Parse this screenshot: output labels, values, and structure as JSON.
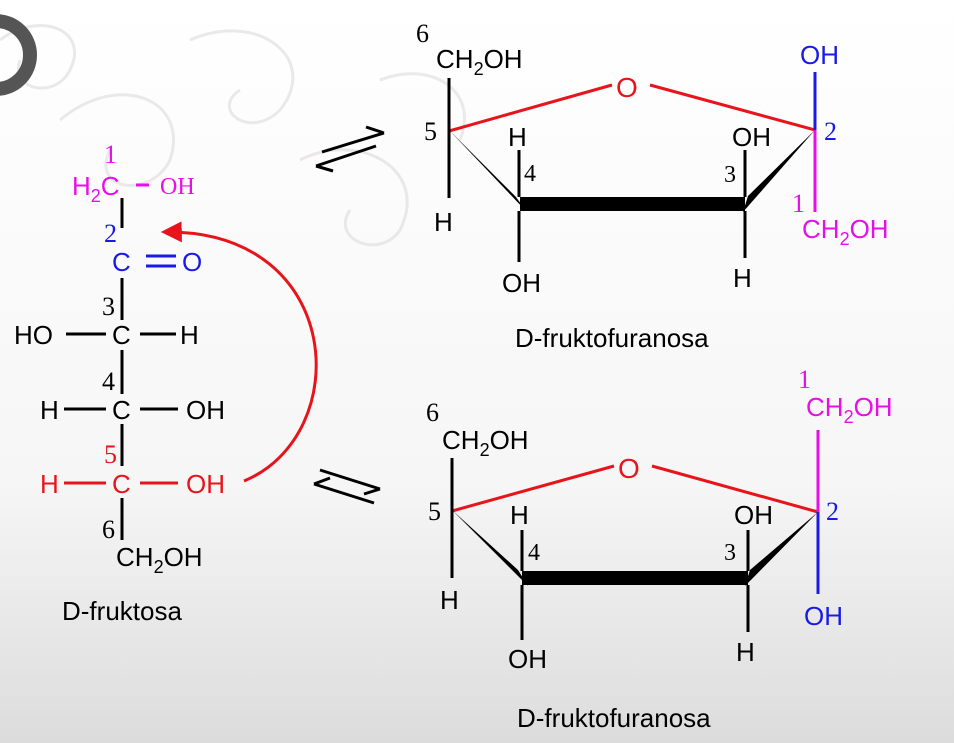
{
  "colors": {
    "black": "#000000",
    "red": "#e8141c",
    "blue": "#1a1ae6",
    "magenta": "#e80ee8",
    "background_top": "#ffffff",
    "background_bottom": "#dedede"
  },
  "fructose": {
    "c1_num": "1",
    "c1_h": "H",
    "c1_sub": "2",
    "c1_c": "C",
    "c1_oh": "OH",
    "c2_num": "2",
    "c2_c": "C",
    "c2_o": "O",
    "c3_num": "3",
    "c3_left": "HO",
    "c3_c": "C",
    "c3_right": "H",
    "c4_num": "4",
    "c4_left": "H",
    "c4_c": "C",
    "c4_right": "OH",
    "c5_num": "5",
    "c5_left": "H",
    "c5_c": "C",
    "c5_right": "OH",
    "c6_num": "6",
    "c6_ch": "CH",
    "c6_sub": "2",
    "c6_oh": "OH",
    "name": "D-fruktosa"
  },
  "beta_ring": {
    "c6_num": "6",
    "c6_ch": "CH",
    "c6_sub": "2",
    "c6_oh": "OH",
    "ring_o": "O",
    "c5_num": "5",
    "c5_h": "H",
    "c4_num": "4",
    "c4_h": "H",
    "c4_oh": "OH",
    "c3_num": "3",
    "c3_oh": "OH",
    "c3_h": "H",
    "c2_num": "2",
    "c2_oh": "OH",
    "c1_num": "1",
    "c1_ch": "CH",
    "c1_sub": "2",
    "c1_oh": "OH",
    "name": "D-fruktofuranosa"
  },
  "alpha_ring": {
    "c6_num": "6",
    "c6_ch": "CH",
    "c6_sub": "2",
    "c6_oh": "OH",
    "ring_o": "O",
    "c5_num": "5",
    "c5_h": "H",
    "c4_num": "4",
    "c4_h": "H",
    "c4_oh": "OH",
    "c3_num": "3",
    "c3_oh": "OH",
    "c3_h": "H",
    "c2_num": "2",
    "c2_oh": "OH",
    "c1_num": "1",
    "c1_ch": "CH",
    "c1_sub": "2",
    "c1_oh": "OH",
    "name": "D-fruktofuranosa"
  }
}
